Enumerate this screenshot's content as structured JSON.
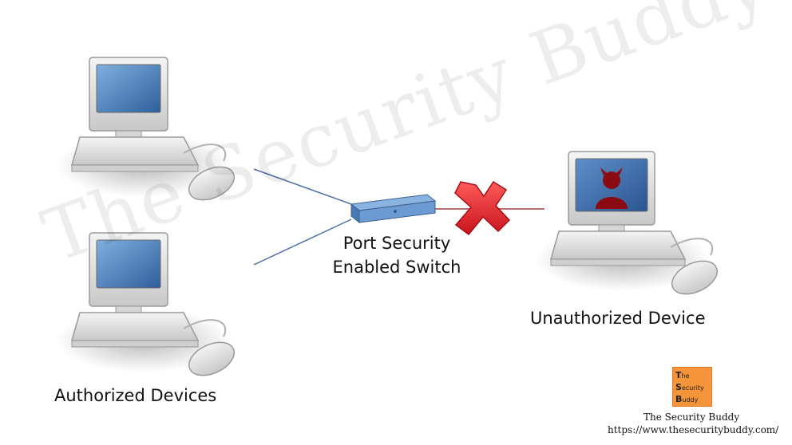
{
  "labels": {
    "switch_line1": "Port Security",
    "switch_line2": "Enabled Switch",
    "unauthorized": "Unauthorized Device",
    "authorized": "Authorized Devices"
  },
  "branding": {
    "name": "The Security Buddy",
    "url": "https://www.thesecuritybuddy.com/",
    "watermark": "The Security Buddy",
    "logo_lines": [
      "The",
      "Security",
      "Buddy"
    ]
  },
  "colors": {
    "authorized_link": "#4a6fa5",
    "blocked_link": "#a04040",
    "blocked_mark": "#e8232a",
    "switch": "#6b9bd2",
    "logo": "#f5943a"
  }
}
